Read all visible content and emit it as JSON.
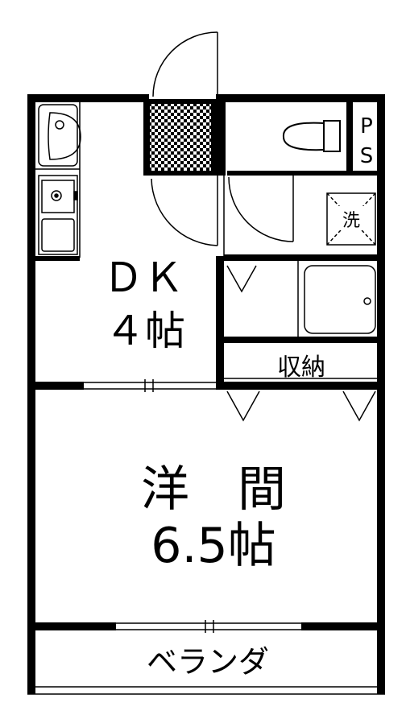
{
  "rooms": {
    "dk": {
      "name": "ＤＫ",
      "size": "４帖"
    },
    "western": {
      "name": "洋　間",
      "size": "6.5帖"
    },
    "storage": {
      "name": "収納"
    },
    "balcony": {
      "name": "ベランダ"
    },
    "laundry": {
      "name": "洗"
    },
    "ps": {
      "line1": "P",
      "line2": "S"
    }
  },
  "colors": {
    "wall": "#000000",
    "background": "#ffffff",
    "fixture": "#000000"
  },
  "icons": [
    "toilet-icon",
    "washbasin-icon",
    "stove-icon",
    "bathtub-icon",
    "door-swing-icon",
    "checker-tile-icon"
  ]
}
